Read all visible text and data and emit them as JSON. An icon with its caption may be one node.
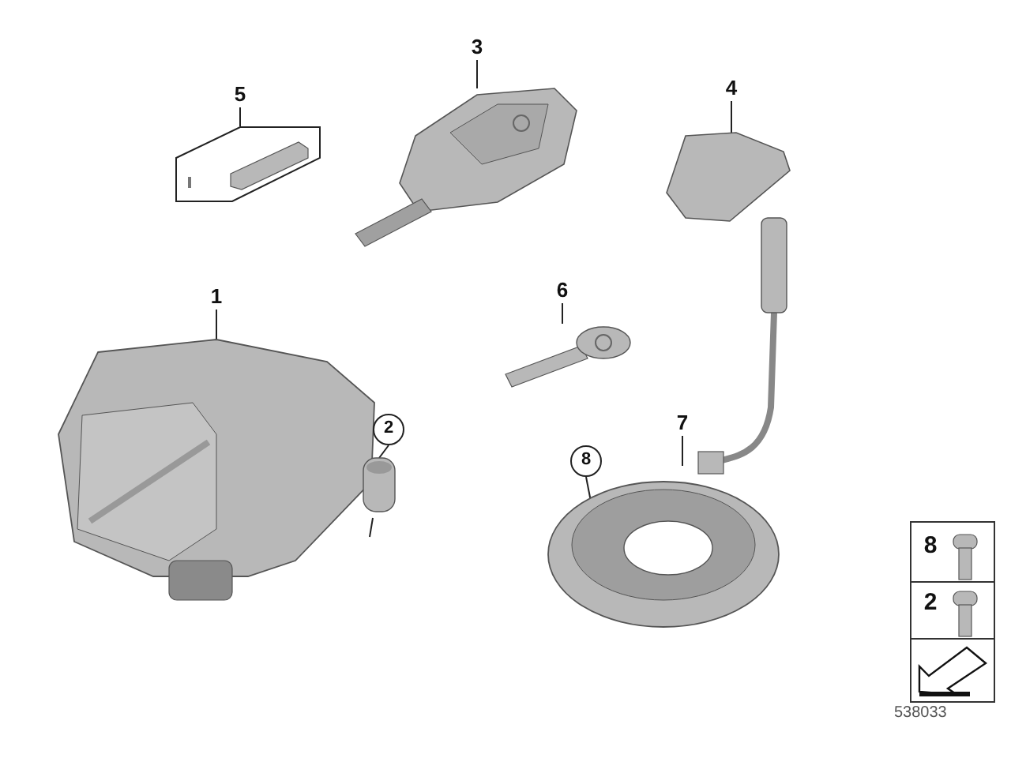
{
  "diagram": {
    "nodes": [
      {
        "text": [
          "5"
        ]
      },
      {
        "text": [],
        "shape": "picture"
      },
      {
        "text": [
          "3"
        ]
      },
      {
        "text": [],
        "shape": "picture"
      },
      {
        "text": [
          "4"
        ]
      },
      {
        "text": [],
        "shape": "picture"
      },
      {
        "text": [
          "1"
        ]
      },
      {
        "text": [],
        "shape": "picture"
      },
      {
        "text": [
          "6"
        ]
      },
      {
        "text": [],
        "shape": "picture"
      },
      {
        "text": [
          "2"
        ]
      },
      {
        "text": [],
        "shape": "picture"
      },
      {
        "text": [
          "7"
        ]
      },
      {
        "text": [],
        "shape": "picture"
      },
      {
        "text": [
          "8"
        ]
      }
    ],
    "edges": [
      {
        "from": 0,
        "to": 1,
        "arrow": "none"
      },
      {
        "from": 2,
        "to": 3,
        "arrow": "none"
      },
      {
        "from": 4,
        "to": 5,
        "arrow": "none"
      },
      {
        "from": 6,
        "to": 7,
        "arrow": "none"
      },
      {
        "from": 8,
        "to": 9,
        "arrow": "none"
      },
      {
        "from": 10,
        "to": 11,
        "arrow": "none"
      },
      {
        "from": 12,
        "to": 13,
        "arrow": "none"
      },
      {
        "from": 14,
        "to": 13,
        "arrow": "none"
      }
    ],
    "labels": [
      "8",
      "2",
      "538033"
    ]
  }
}
